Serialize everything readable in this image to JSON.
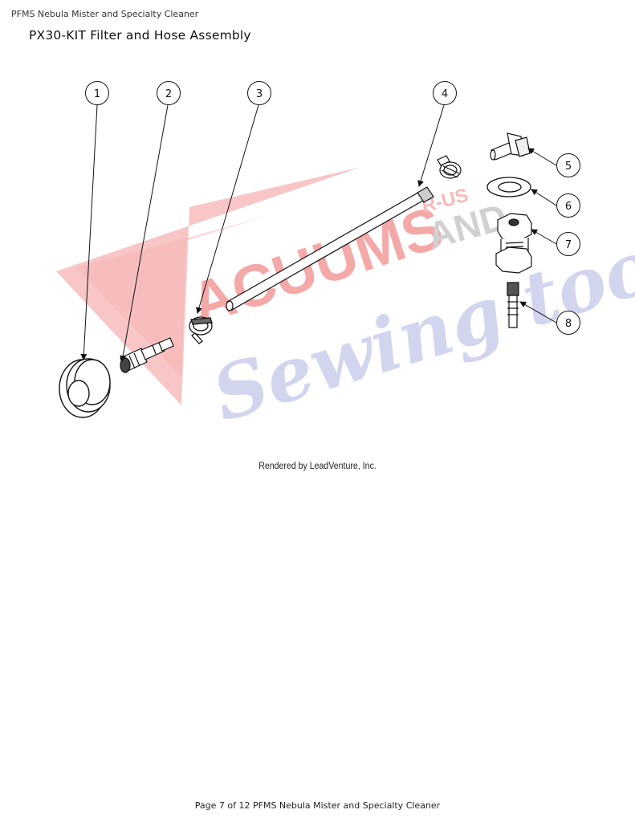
{
  "document": {
    "header": "PFMS Nebula Mister and Specialty Cleaner",
    "title": "PX30-KIT Filter and Hose Assembly",
    "credit": "Rendered by LeadVenture, Inc.",
    "footer": "Page 7 of 12 PFMS Nebula Mister and Specialty Cleaner"
  },
  "callouts": [
    "1",
    "2",
    "3",
    "4",
    "5",
    "6",
    "7",
    "8"
  ],
  "watermark": {
    "word1": "ACUUMS",
    "word2": "R-US",
    "word3": "AND",
    "word4": "Sewing too",
    "colors": {
      "red": "#f5a3a3",
      "gray": "#bdbdbd",
      "blue": "#b9bfe4"
    }
  }
}
